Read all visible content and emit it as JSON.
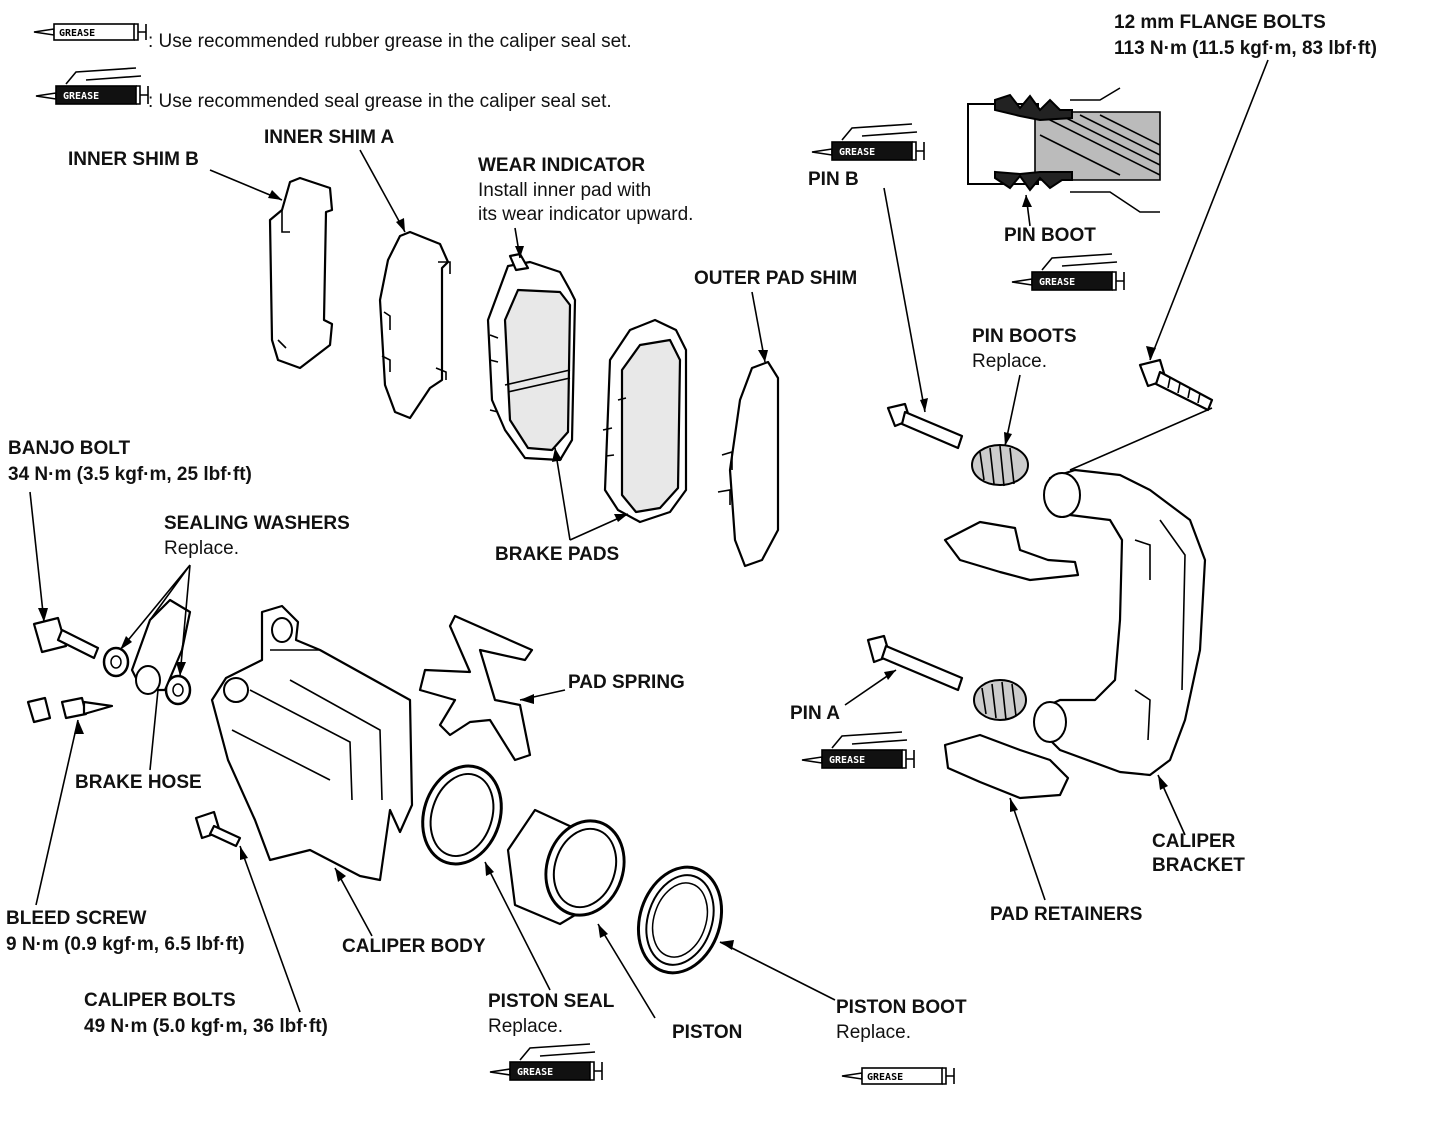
{
  "legend": {
    "rubber": {
      "badge": "GREASE",
      "text": ": Use recommended rubber grease in the caliper seal set."
    },
    "seal": {
      "badge": "GREASE",
      "text": ": Use recommended seal grease in the caliper seal set."
    }
  },
  "labels": {
    "flange_bolts": {
      "title": "12 mm FLANGE BOLTS",
      "spec": "113 N·m (11.5 kgf·m, 83 lbf·ft)"
    },
    "inner_shim_b": "INNER SHIM B",
    "inner_shim_a": "INNER SHIM A",
    "wear_indicator": {
      "title": "WEAR INDICATOR",
      "note1": "Install inner pad with",
      "note2": "its wear indicator upward."
    },
    "pin_b": "PIN B",
    "pin_boot": "PIN BOOT",
    "outer_pad_shim": "OUTER PAD SHIM",
    "pin_boots": {
      "title": "PIN BOOTS",
      "note": "Replace."
    },
    "banjo_bolt": {
      "title": "BANJO BOLT",
      "spec": "34 N·m (3.5 kgf·m, 25 lbf·ft)"
    },
    "sealing_washers": {
      "title": "SEALING WASHERS",
      "note": "Replace."
    },
    "brake_pads": "BRAKE PADS",
    "pad_spring": "PAD SPRING",
    "pin_a": "PIN A",
    "brake_hose": "BRAKE HOSE",
    "caliper_bracket": {
      "line1": "CALIPER",
      "line2": "BRACKET"
    },
    "bleed_screw": {
      "title": "BLEED SCREW",
      "spec": "9 N·m (0.9 kgf·m, 6.5 lbf·ft)"
    },
    "caliper_body": "CALIPER BODY",
    "pad_retainers": "PAD RETAINERS",
    "caliper_bolts": {
      "title": "CALIPER BOLTS",
      "spec": "49 N·m (5.0 kgf·m, 36 lbf·ft)"
    },
    "piston_seal": {
      "title": "PISTON SEAL",
      "note": "Replace."
    },
    "piston": "PISTON",
    "piston_boot": {
      "title": "PISTON BOOT",
      "note": "Replace."
    }
  },
  "grease_badges": {
    "pin_b": "GREASE",
    "pin_boot": "GREASE",
    "pin_a": "GREASE",
    "piston_seal": "GREASE",
    "piston_boot": "GREASE"
  }
}
